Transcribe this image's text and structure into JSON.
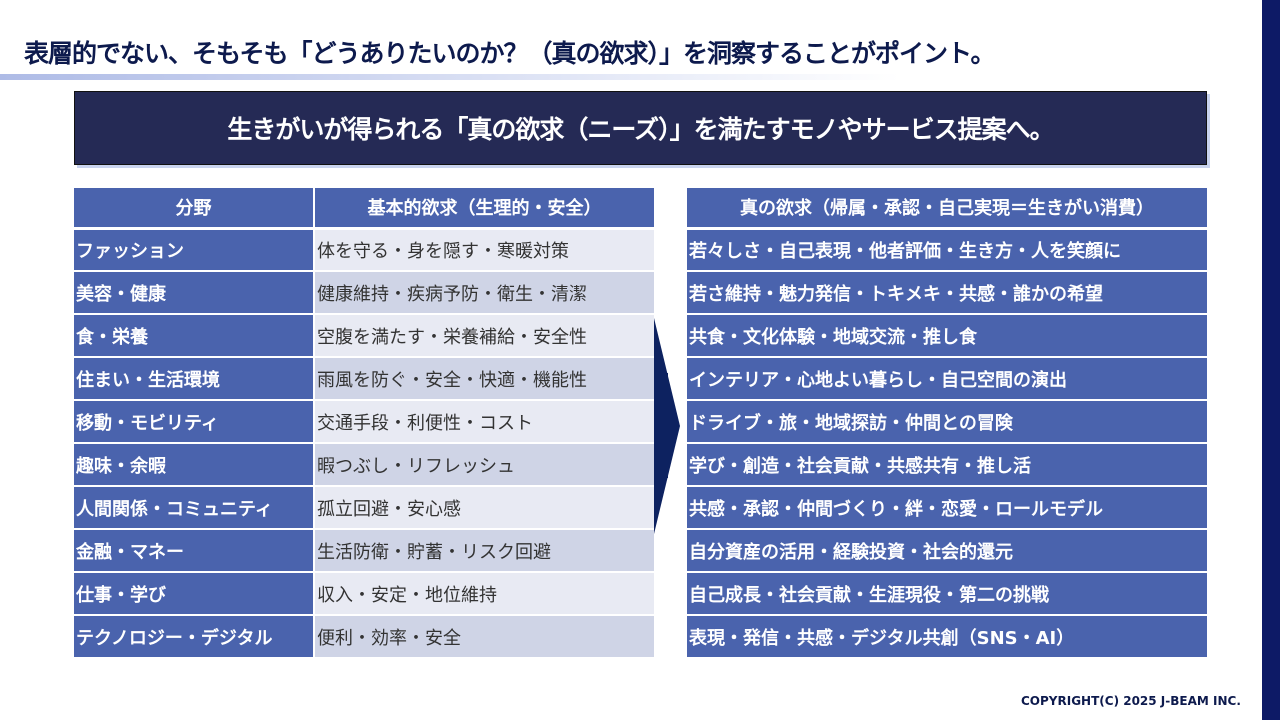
{
  "title": "表層的でない、そもそも「どうありたいのか？（真の欲求）」を洞察することがポイント。",
  "banner": "生きがいが得られる「真の欲求（ニーズ）」を満たすモノやサービス提案へ。",
  "left_table": {
    "headers": [
      "分野",
      "基本的欲求（生理的・安全）"
    ],
    "rows": [
      {
        "field": "ファッション",
        "basic": "体を守る・身を隠す・寒暖対策"
      },
      {
        "field": "美容・健康",
        "basic": "健康維持・疾病予防・衛生・清潔"
      },
      {
        "field": "食・栄養",
        "basic": "空腹を満たす・栄養補給・安全性"
      },
      {
        "field": "住まい・生活環境",
        "basic": "雨風を防ぐ・安全・快適・機能性"
      },
      {
        "field": "移動・モビリティ",
        "basic": "交通手段・利便性・コスト"
      },
      {
        "field": "趣味・余暇",
        "basic": "暇つぶし・リフレッシュ"
      },
      {
        "field": "人間関係・コミュニティ",
        "basic": "孤立回避・安心感"
      },
      {
        "field": "金融・マネー",
        "basic": "生活防衛・貯蓄・リスク回避"
      },
      {
        "field": "仕事・学び",
        "basic": "収入・安定・地位維持"
      },
      {
        "field": "テクノロジー・デジタル",
        "basic": "便利・効率・安全"
      }
    ]
  },
  "right_table": {
    "header": "真の欲求（帰属・承認・自己実現＝生きがい消費）",
    "rows": [
      "若々しさ・自己表現・他者評価・生き方・人を笑顔に",
      "若さ維持・魅力発信・トキメキ・共感・誰かの希望",
      "共食・文化体験・地域交流・推し食",
      "インテリア・心地よい暮らし・自己空間の演出",
      "ドライブ・旅・地域探訪・仲間との冒険",
      "学び・創造・社会貢献・共感共有・推し活",
      "共感・承認・仲間づくり・絆・恋愛・ロールモデル",
      "自分資産の活用・経験投資・社会的還元",
      "自己成長・社会貢献・生涯現役・第二の挑戦",
      "表現・発信・共感・デジタル共創（SNS・AI）"
    ]
  },
  "copyright": "COPYRIGHT(C) 2025 J-BEAM INC."
}
